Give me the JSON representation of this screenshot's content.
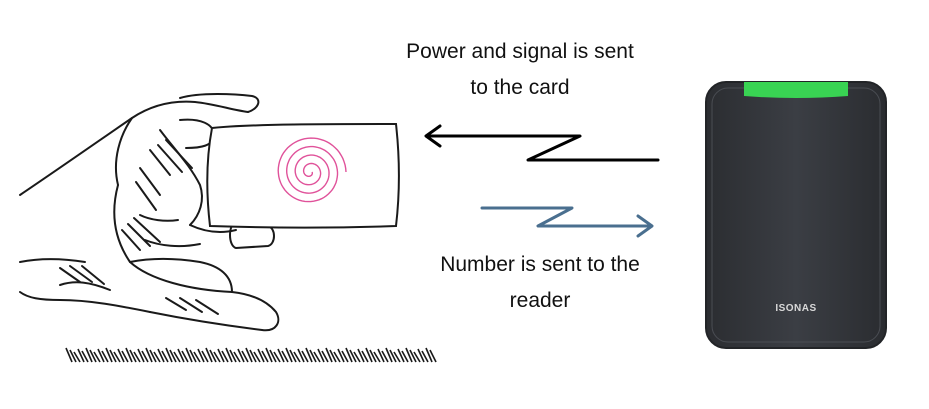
{
  "labels": {
    "to_card_line1": "Power and signal is sent",
    "to_card_line2": "to the card",
    "to_reader_line1": "Number is sent to the",
    "to_reader_line2": "reader"
  },
  "reader": {
    "brand": "ISONAS",
    "body_color": "#3a3d42",
    "led_color": "#39d353"
  },
  "card": {
    "spiral_color": "#e0529a"
  },
  "arrows": {
    "to_card_color": "#000000",
    "to_reader_color": "#4a6f8f"
  },
  "icons": {
    "hand": "hand-holding-card-icon",
    "card": "rfid-card-icon",
    "reader": "card-reader-icon"
  }
}
